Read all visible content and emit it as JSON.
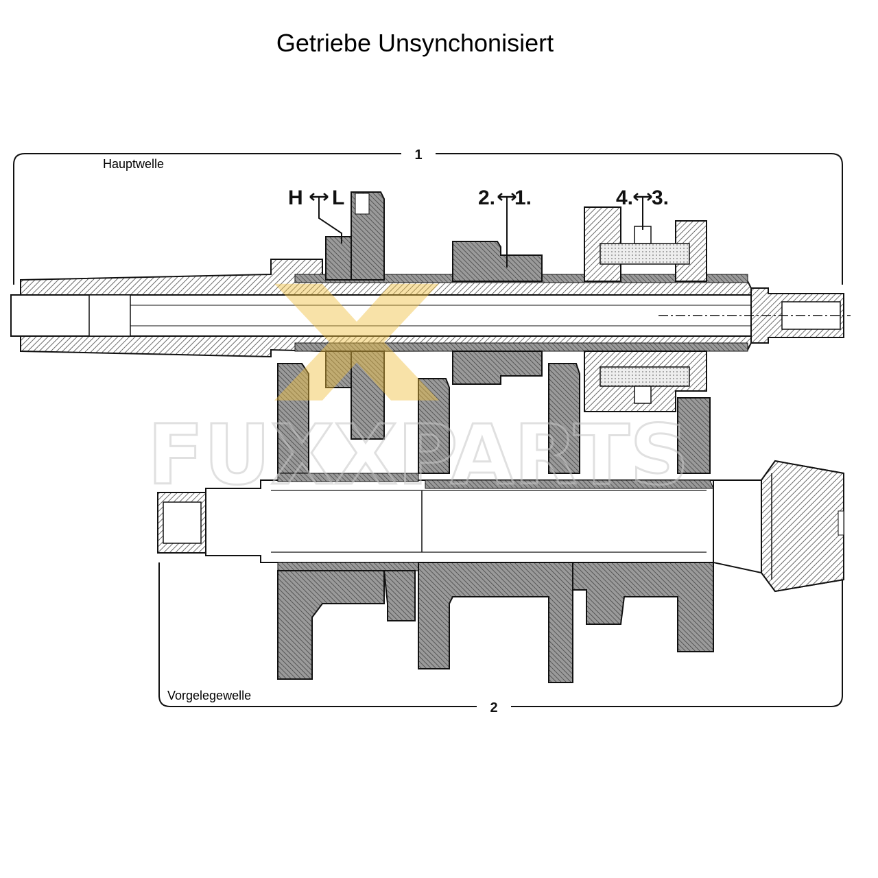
{
  "title": "Getriebe Unsynchonisiert",
  "labels": {
    "main_shaft": "Hauptwelle",
    "counter_shaft": "Vorgelegewelle",
    "bracket_1": "1",
    "bracket_2": "2"
  },
  "shift_callouts": {
    "range": {
      "left": "H",
      "right": "L"
    },
    "gear_12": {
      "left": "2.",
      "right": "1."
    },
    "gear_34": {
      "left": "4.",
      "right": "3."
    }
  },
  "watermark": "FUXXPARTS",
  "colors": {
    "ink": "#111111",
    "hatch": "#7a7a7a",
    "gear_fill": "#8c8c8c",
    "watermark_accent": "#f0c040",
    "watermark_outline": "#c8c8c8"
  }
}
